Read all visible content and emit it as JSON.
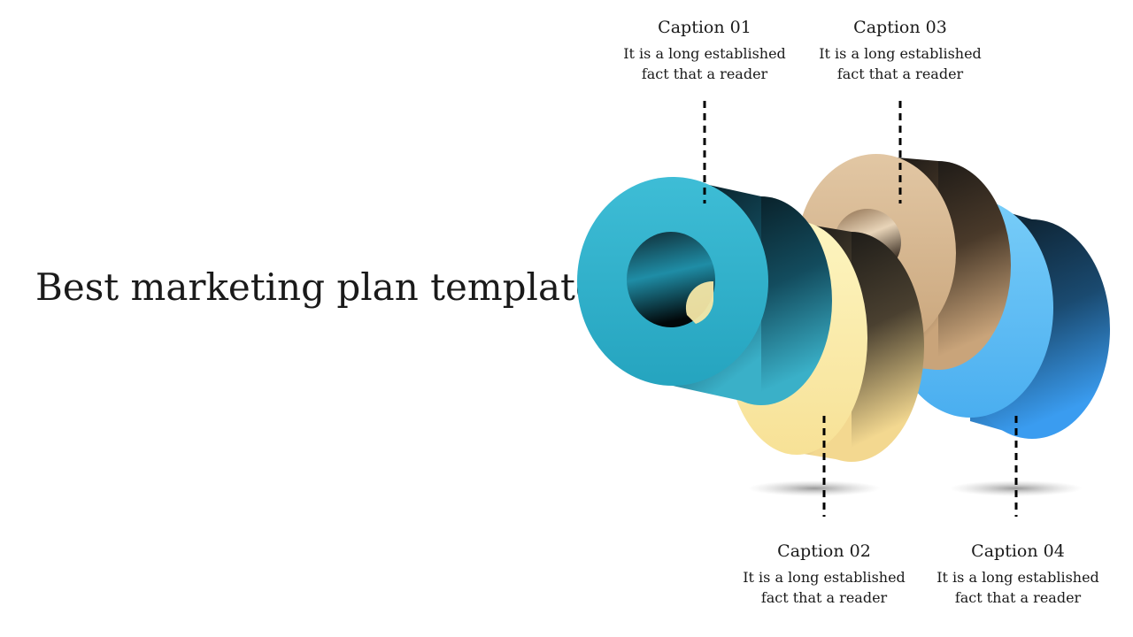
{
  "title": "Best marketing plan template",
  "captions": [
    {
      "title": "Caption 01",
      "line1": "It is a long established",
      "line2": "fact that a reader"
    },
    {
      "title": "Caption 02",
      "line1": "It is a long established",
      "line2": "fact that a reader"
    },
    {
      "title": "Caption 03",
      "line1": "It is a long established",
      "line2": "fact that a reader"
    },
    {
      "title": "Caption 04",
      "line1": "It is a long established",
      "line2": "fact that a reader"
    }
  ],
  "colors": {
    "teal": "#2fb4cf",
    "cream": "#fdf3b0",
    "tan": "#d8b68c",
    "sky": "#5fc0f5"
  }
}
